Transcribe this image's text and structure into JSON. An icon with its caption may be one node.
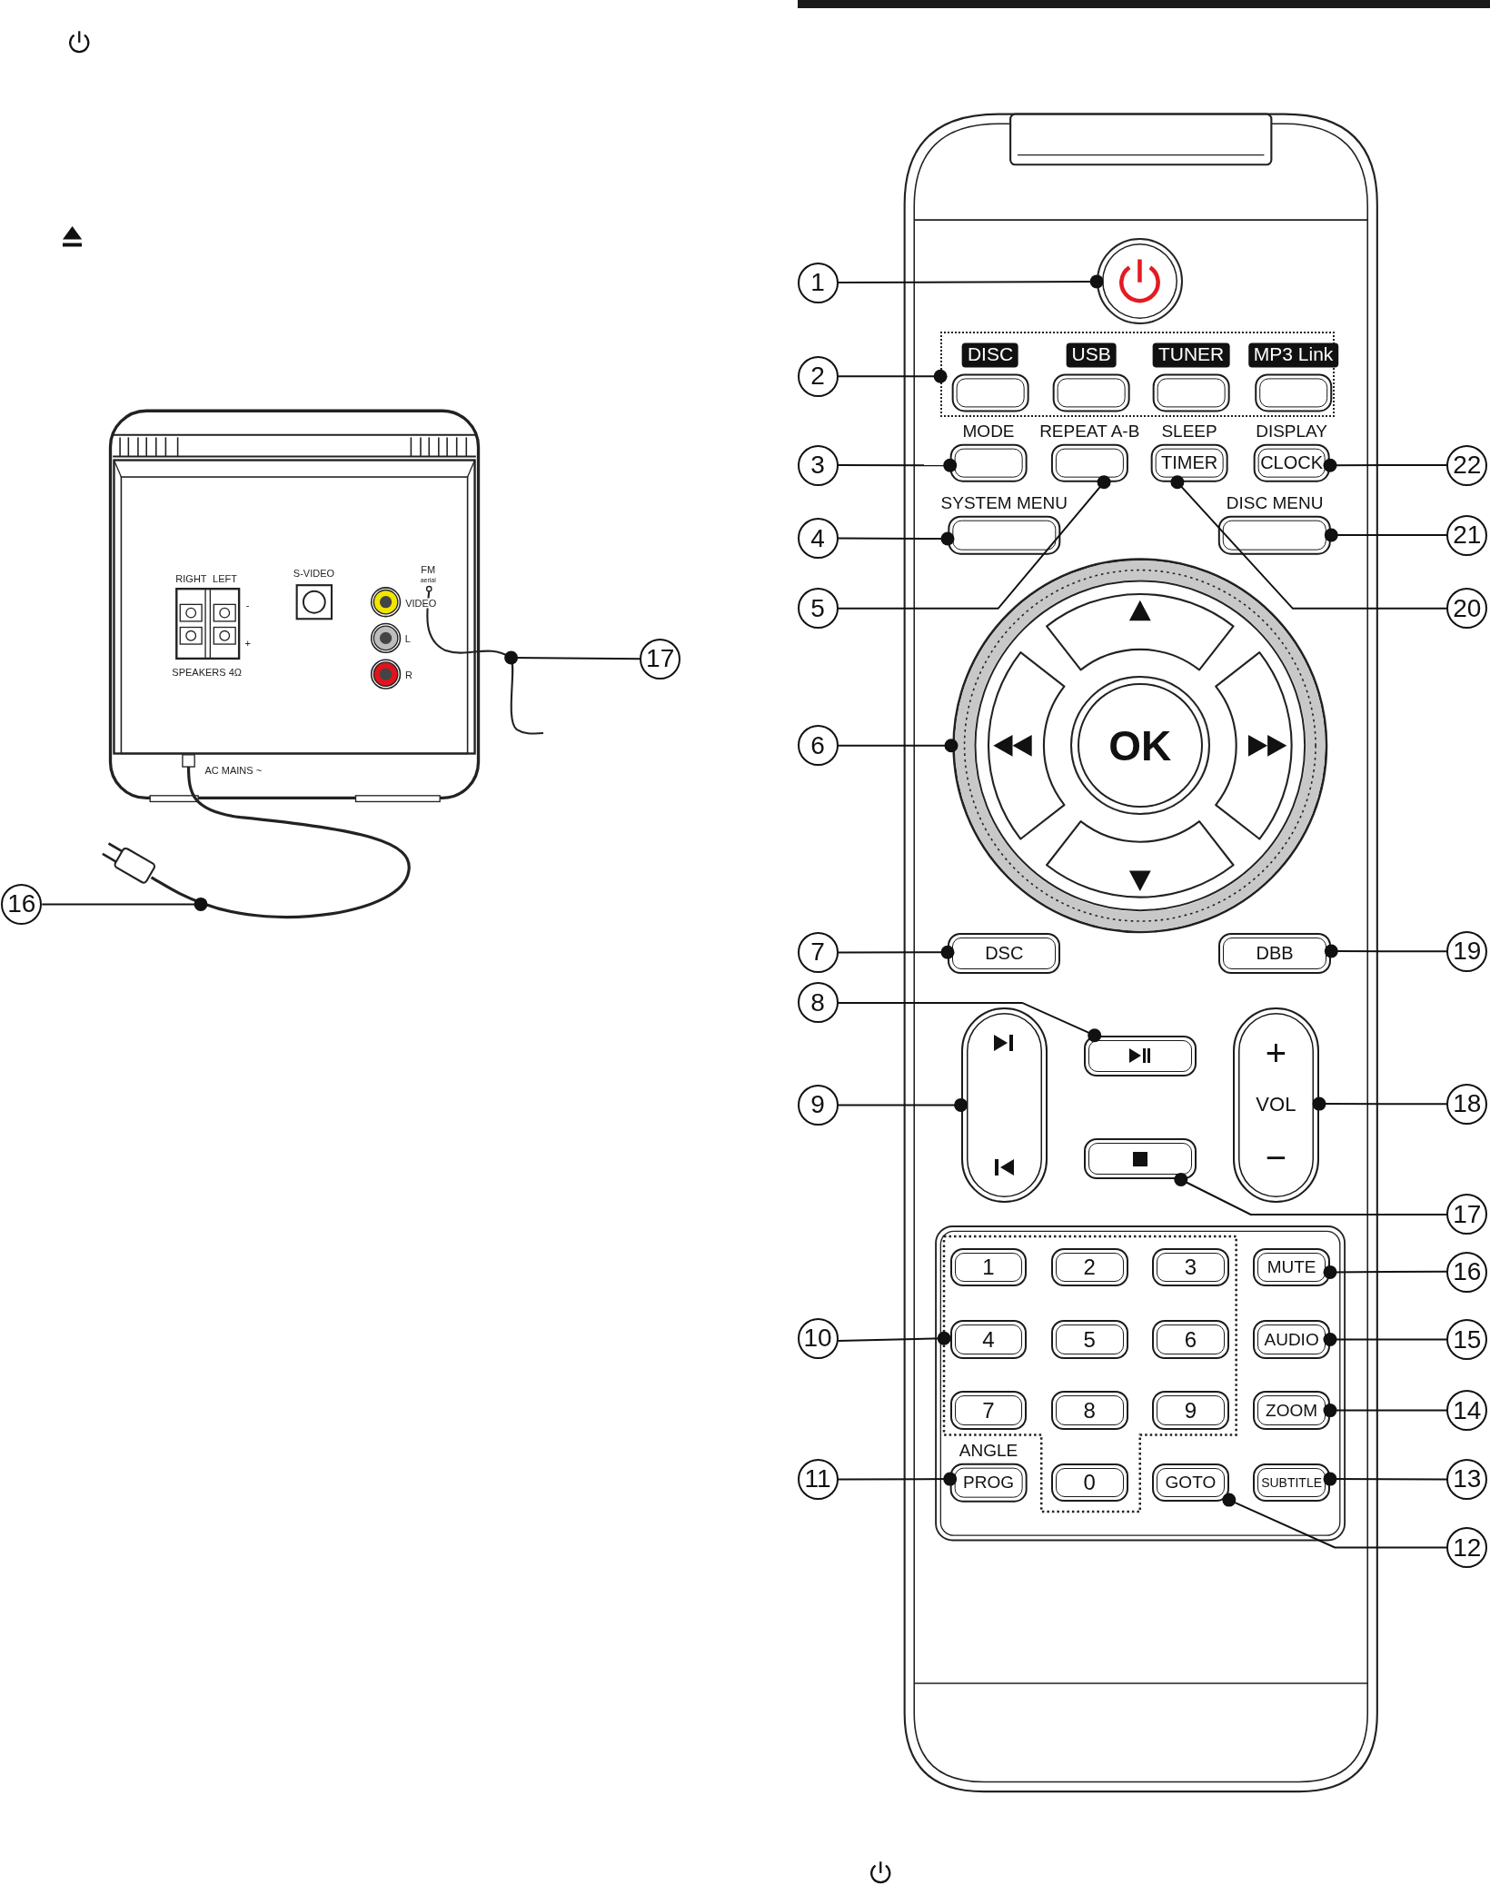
{
  "diagram": {
    "nodes": [
      {
        "text": [
          "17"
        ]
      },
      {
        "text": [
          "16"
        ]
      },
      {
        "text": [
          "1"
        ]
      },
      {
        "text": [],
        "shape": "circle"
      },
      {
        "text": [
          "2"
        ]
      },
      {
        "text": [],
        "shape": "box"
      },
      {
        "text": [
          "DISC"
        ],
        "in": 5
      },
      {
        "text": [
          "USB"
        ],
        "in": 5
      },
      {
        "text": [
          "TUNER"
        ],
        "in": 5
      },
      {
        "text": [
          "MP3 Link"
        ],
        "in": 5
      },
      {
        "text": [
          "3"
        ]
      },
      {
        "text": [
          "MODE"
        ]
      },
      {
        "text": [
          "REPEAT A-B"
        ]
      },
      {
        "text": [
          "SLEEP",
          "TIMER"
        ]
      },
      {
        "text": [
          "DISPLAY",
          "CLOCK"
        ]
      },
      {
        "text": [
          "22"
        ]
      },
      {
        "text": [
          "4"
        ]
      },
      {
        "text": [
          "SYSTEM MENU"
        ]
      },
      {
        "text": [
          "DISC MENU"
        ]
      },
      {
        "text": [
          "21"
        ]
      },
      {
        "text": [
          "5"
        ]
      },
      {
        "text": [
          "20"
        ]
      },
      {
        "text": [
          "6"
        ]
      },
      {
        "text": [],
        "shape": "circle"
      },
      {
        "text": [
          "OK"
        ],
        "in": 23
      },
      {
        "text": [
          "7"
        ]
      },
      {
        "text": [
          "DSC"
        ]
      },
      {
        "text": [
          "DBB"
        ]
      },
      {
        "text": [
          "19"
        ]
      },
      {
        "text": [
          "8"
        ]
      },
      {
        "text": [],
        "shape": "box"
      },
      {
        "text": [
          "9"
        ]
      },
      {
        "text": [],
        "shape": "box"
      },
      {
        "text": [
          "+",
          "VOL",
          "−"
        ]
      },
      {
        "text": [
          "18"
        ]
      },
      {
        "text": [],
        "shape": "box"
      },
      {
        "text": [
          "17"
        ]
      },
      {
        "text": [
          "10"
        ]
      },
      {
        "text": [],
        "shape": "box"
      },
      {
        "text": [
          "1"
        ],
        "in": 38
      },
      {
        "text": [
          "2"
        ],
        "in": 38
      },
      {
        "text": [
          "3"
        ],
        "in": 38
      },
      {
        "text": [
          "4"
        ],
        "in": 38
      },
      {
        "text": [
          "5"
        ],
        "in": 38
      },
      {
        "text": [
          "6"
        ],
        "in": 38
      },
      {
        "text": [
          "7"
        ],
        "in": 38
      },
      {
        "text": [
          "8"
        ],
        "in": 38
      },
      {
        "text": [
          "9"
        ],
        "in": 38
      },
      {
        "text": [
          "16"
        ]
      },
      {
        "text": [
          "MUTE"
        ]
      },
      {
        "text": [
          "15"
        ]
      },
      {
        "text": [
          "AUDIO"
        ]
      },
      {
        "text": [
          "14"
        ]
      },
      {
        "text": [
          "ZOOM"
        ]
      },
      {
        "text": [
          "11"
        ]
      },
      {
        "text": [
          "ANGLE",
          "PROG"
        ]
      },
      {
        "text": [
          "0"
        ],
        "in": 38
      },
      {
        "text": [
          "GOTO"
        ]
      },
      {
        "text": [
          "SUBTITLE"
        ]
      },
      {
        "text": [
          "13"
        ]
      },
      {
        "text": [
          "12"
        ]
      }
    ],
    "edges": [
      {
        "from": 0,
        "to": null,
        "arrow": "other"
      },
      {
        "from": 1,
        "to": null,
        "arrow": "other"
      },
      {
        "from": 2,
        "to": 3,
        "arrow": "other"
      },
      {
        "from": 4,
        "to": 5,
        "arrow": "other"
      },
      {
        "from": 10,
        "to": 11,
        "arrow": "other"
      },
      {
        "from": 15,
        "to": 14,
        "arrow": "other"
      },
      {
        "from": 16,
        "to": 17,
        "arrow": "other"
      },
      {
        "from": 19,
        "to": 18,
        "arrow": "other"
      },
      {
        "from": 20,
        "to": 12,
        "arrow": "other"
      },
      {
        "from": 21,
        "to": 13,
        "arrow": "other"
      },
      {
        "from": 22,
        "to": 23,
        "arrow": "other"
      },
      {
        "from": 25,
        "to": 26,
        "arrow": "other"
      },
      {
        "from": 28,
        "to": 27,
        "arrow": "other"
      },
      {
        "from": 29,
        "to": 30,
        "arrow": "other"
      },
      {
        "from": 31,
        "to": 32,
        "arrow": "other"
      },
      {
        "from": 34,
        "to": 33,
        "arrow": "other"
      },
      {
        "from": 36,
        "to": 35,
        "arrow": "other"
      },
      {
        "from": 37,
        "to": 38,
        "arrow": "other"
      },
      {
        "from": 48,
        "to": 49,
        "arrow": "other"
      },
      {
        "from": 50,
        "to": 51,
        "arrow": "other"
      },
      {
        "from": 52,
        "to": 53,
        "arrow": "other"
      },
      {
        "from": 54,
        "to": 55,
        "arrow": "other"
      },
      {
        "from": 59,
        "to": 58,
        "arrow": "other"
      },
      {
        "from": 60,
        "to": 57,
        "arrow": "other"
      }
    ],
    "labels": [
      "RIGHT",
      "LEFT",
      "S-VIDEO",
      "FM",
      "aerial",
      "VIDEO",
      "-",
      "L",
      "+",
      "R",
      "SPEAKERS 4Ω",
      "AC MAINS ~"
    ]
  }
}
